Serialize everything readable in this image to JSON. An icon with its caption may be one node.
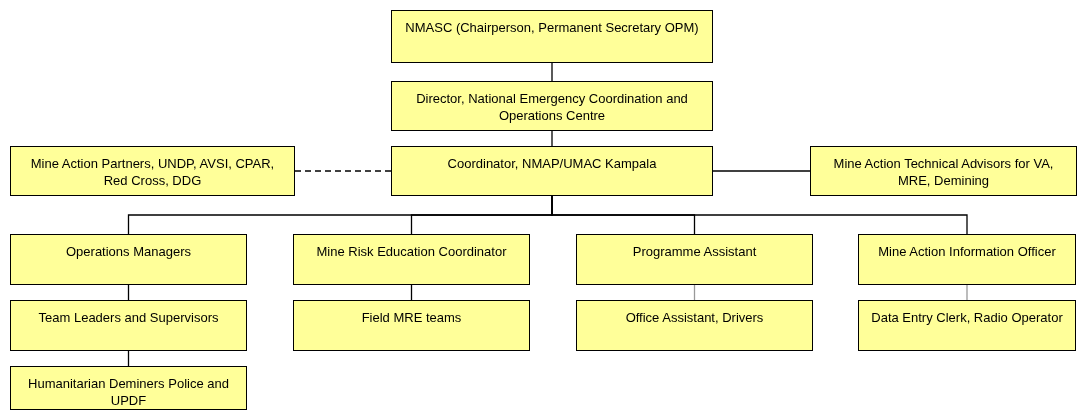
{
  "diagram": {
    "nodes": [
      {
        "text": [
          "NMASC (Chairperson, Permanent Secretary OPM)"
        ]
      },
      {
        "text": [
          "Director, National Emergency Coordination and Operations Centre"
        ]
      },
      {
        "text": [
          "Coordinator, NMAP/UMAC Kampala"
        ]
      },
      {
        "text": [
          "Mine Action Partners, UNDP, AVSI, CPAR, Red Cross, DDG"
        ]
      },
      {
        "text": [
          "Mine Action Technical Advisors for VA, MRE, Demining"
        ]
      },
      {
        "text": [
          "Operations Managers"
        ]
      },
      {
        "text": [
          "Mine Risk Education Coordinator"
        ]
      },
      {
        "text": [
          "Programme Assistant"
        ]
      },
      {
        "text": [
          "Mine Action Information Officer"
        ]
      },
      {
        "text": [
          "Team Leaders and Supervisors"
        ]
      },
      {
        "text": [
          "Field MRE teams"
        ]
      },
      {
        "text": [
          "Office Assistant, Drivers"
        ]
      },
      {
        "text": [
          "Data Entry Clerk, Radio Operator"
        ]
      },
      {
        "text": [
          "Humanitarian Deminers Police and UPDF"
        ]
      }
    ],
    "edges": [
      {
        "from": 0,
        "to": 1,
        "arrow": "none"
      },
      {
        "from": 1,
        "to": 2,
        "arrow": "none"
      },
      {
        "from": 3,
        "to": 2,
        "arrow": "none",
        "style": "dashed"
      },
      {
        "from": 2,
        "to": 4,
        "arrow": "none"
      },
      {
        "from": 2,
        "to": 5,
        "arrow": "none"
      },
      {
        "from": 2,
        "to": 6,
        "arrow": "none"
      },
      {
        "from": 2,
        "to": 7,
        "arrow": "none"
      },
      {
        "from": 2,
        "to": 8,
        "arrow": "none"
      },
      {
        "from": 5,
        "to": 9,
        "arrow": "none"
      },
      {
        "from": 9,
        "to": 13,
        "arrow": "none"
      },
      {
        "from": 6,
        "to": 10,
        "arrow": "none"
      },
      {
        "from": 7,
        "to": 11,
        "arrow": "none",
        "color": "#999999"
      },
      {
        "from": 8,
        "to": 12,
        "arrow": "none",
        "color": "#999999"
      }
    ]
  }
}
